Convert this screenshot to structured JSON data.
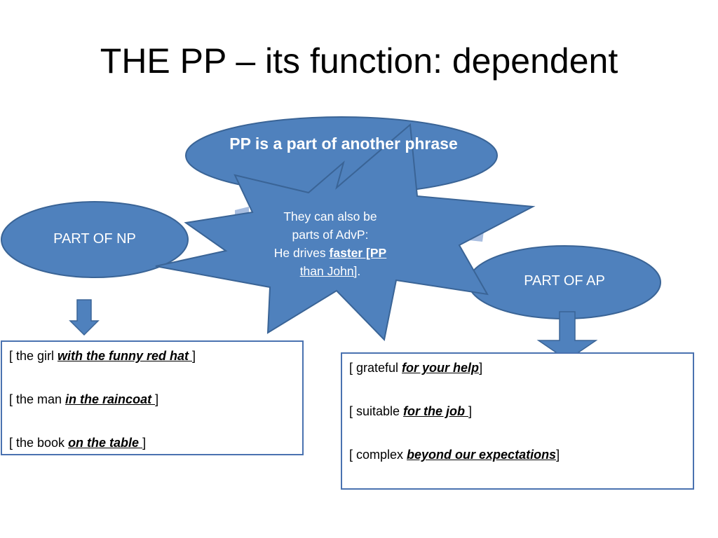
{
  "title": "THE PP – its function: dependent",
  "top_ellipse": {
    "text": "PP is a part of another phrase"
  },
  "np_ellipse": {
    "label": "PART OF NP"
  },
  "ap_ellipse": {
    "label": "PART OF AP"
  },
  "callout": {
    "line1": "They can also be",
    "line2": "parts of AdvP:",
    "line3_plain": "He drives ",
    "line3_underlined": "faster [PP",
    "line4_underlined": "than John]",
    "line4_tail": "."
  },
  "np_examples": [
    {
      "open": "[ the girl ",
      "pp": "with the funny red hat ",
      "close": "]"
    },
    {
      "open": "[ the man ",
      "pp": "in the raincoat ",
      "close": "]"
    },
    {
      "open": "[ the book ",
      "pp": "on the table ",
      "close": "]"
    }
  ],
  "ap_examples": [
    {
      "open": "[ grateful ",
      "pp": "for your help",
      "close": "]"
    },
    {
      "open": "[ suitable ",
      "pp": "for the job ",
      "close": "]"
    },
    {
      "open": "[ complex ",
      "pp": "beyond our expectations",
      "close": "]"
    }
  ],
  "colors": {
    "shape_fill": "#4f81bd",
    "shape_stroke": "#3a6496",
    "box_border": "#4a72b0",
    "arrow_light": "#a7bde0"
  }
}
